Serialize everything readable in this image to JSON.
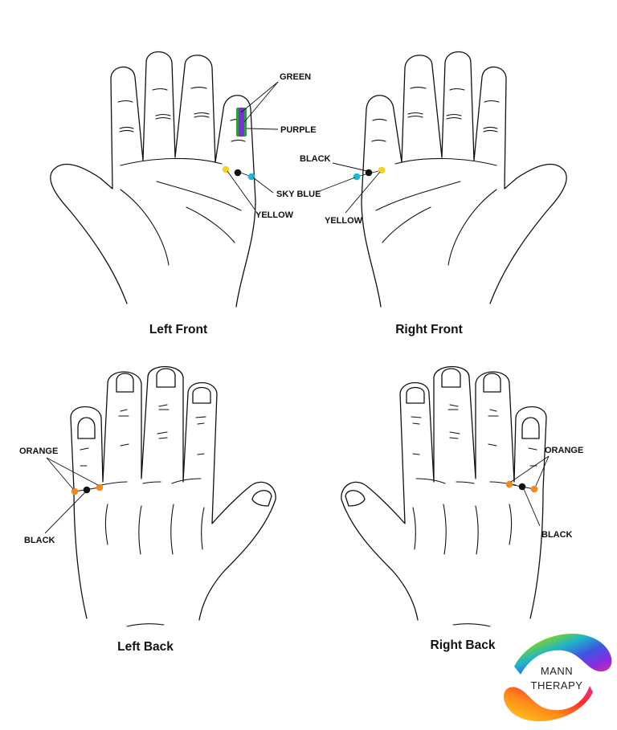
{
  "figures": {
    "left_front": {
      "caption": "Left Front"
    },
    "right_front": {
      "caption": "Right Front"
    },
    "left_back": {
      "caption": "Left Back"
    },
    "right_back": {
      "caption": "Right Back"
    }
  },
  "labels": {
    "green": "GREEN",
    "purple": "PURPLE",
    "sky_blue": "SKY BLUE",
    "yellow": "YELLOW",
    "black": "BLACK",
    "orange": "ORANGE"
  },
  "colors": {
    "green": "#2e9e3a",
    "purple": "#7b2fd6",
    "sky_blue": "#22b7d3",
    "yellow": "#f5d21b",
    "black": "#111111",
    "orange": "#f08a1c",
    "outline": "#111111"
  },
  "logo": {
    "line1": "MANN",
    "line2": "THERAPY"
  }
}
